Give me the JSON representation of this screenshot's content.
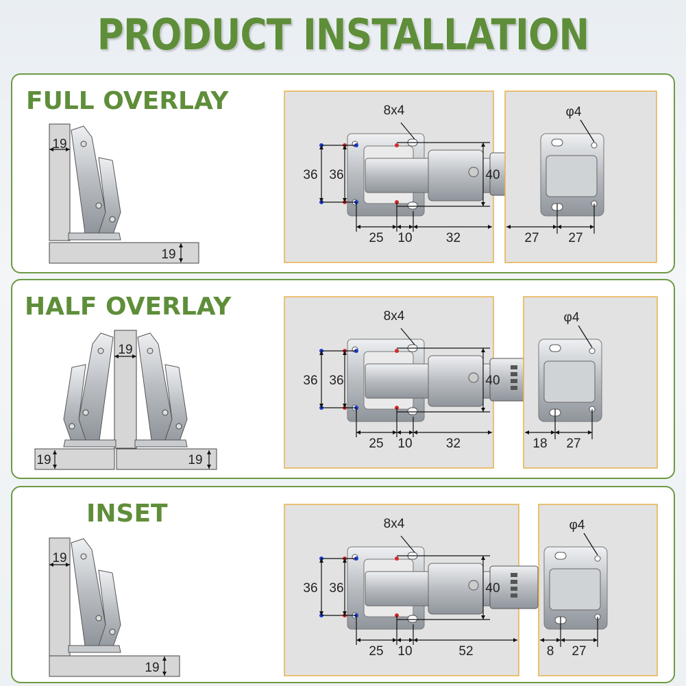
{
  "page": {
    "title": "PRODUCT INSTALLATION"
  },
  "colors": {
    "accent": "#6c9a45",
    "title": "#5f8e3a",
    "board": "#d6d6d6",
    "mount_bg": "#e2e2e2",
    "mount_border": "#e8b04a",
    "metal": "#b9bdc2",
    "hole_blue": "#1a3fd6",
    "hole_red": "#d42a2a"
  },
  "sections": [
    {
      "label": "FULL OVERLAY",
      "left_dims": [
        "19",
        "19"
      ],
      "cup": {
        "hole_spec": "8x4",
        "v1": "36",
        "v2": "36",
        "depth": "40",
        "h1": "25",
        "h2": "10",
        "h3": "32"
      },
      "plate": {
        "hole_spec": "φ4",
        "h1": "27",
        "h2": "27"
      }
    },
    {
      "label": "HALF OVERLAY",
      "left_dims": [
        "19",
        "19",
        "19"
      ],
      "cup": {
        "hole_spec": "8x4",
        "v1": "36",
        "v2": "36",
        "depth": "40",
        "h1": "25",
        "h2": "10",
        "h3": "32"
      },
      "plate": {
        "hole_spec": "φ4",
        "h1": "18",
        "h2": "27"
      }
    },
    {
      "label": "INSET",
      "left_dims": [
        "19",
        "19"
      ],
      "cup": {
        "hole_spec": "8x4",
        "v1": "36",
        "v2": "36",
        "depth": "40",
        "h1": "25",
        "h2": "10",
        "h3": "52"
      },
      "plate": {
        "hole_spec": "φ4",
        "h1": "8",
        "h2": "27"
      }
    }
  ]
}
